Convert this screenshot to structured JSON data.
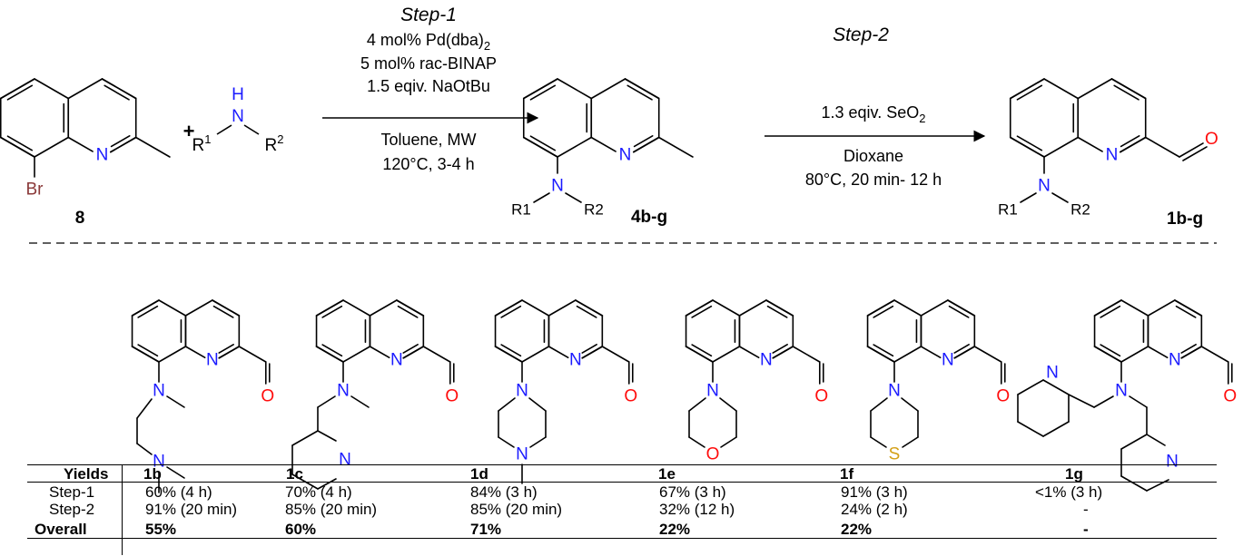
{
  "scheme": {
    "step1_title": "Step-1",
    "step2_title": "Step-2",
    "step1_conditions": [
      "4 mol% Pd(dba)",
      "5 mol% rac-BINAP",
      "1.5 eqiv. NaOtBu",
      "Toluene, MW",
      "120°C, 3-4 h"
    ],
    "step2_conditions": [
      "1.3 eqiv. SeO",
      "Dioxane",
      "80°C, 20 min- 12 h"
    ],
    "subscript_2": "2",
    "plus": "+",
    "compound_8": "8",
    "compound_4": "4b-g",
    "compound_1": "1b-g",
    "atoms": {
      "N": "N",
      "H": "H",
      "O": "O",
      "S": "S",
      "Br": "Br",
      "R": "R",
      "sup1": "1",
      "sup2": "2"
    }
  },
  "colors": {
    "nitrogen": "#1a1aff",
    "oxygen": "#ff0d0d",
    "sulfur": "#d4a017",
    "bromine": "#8b3a3a",
    "bond": "#000000"
  },
  "table": {
    "header": [
      "Yields",
      "1b",
      "1c",
      "1d",
      "1e",
      "1f",
      "1g"
    ],
    "rows": [
      [
        "Step-1",
        "60% (4 h)",
        "70% (4 h)",
        "84% (3 h)",
        "67% (3 h)",
        "91% (3 h)",
        "<1% (3 h)"
      ],
      [
        "Step-2",
        "91% (20 min)",
        "85% (20 min)",
        "85% (20 min)",
        "32% (12 h)",
        "24% (2 h)",
        "-"
      ],
      [
        "Overall",
        "55%",
        "60%",
        "71%",
        "22%",
        "22%",
        "-"
      ]
    ]
  }
}
